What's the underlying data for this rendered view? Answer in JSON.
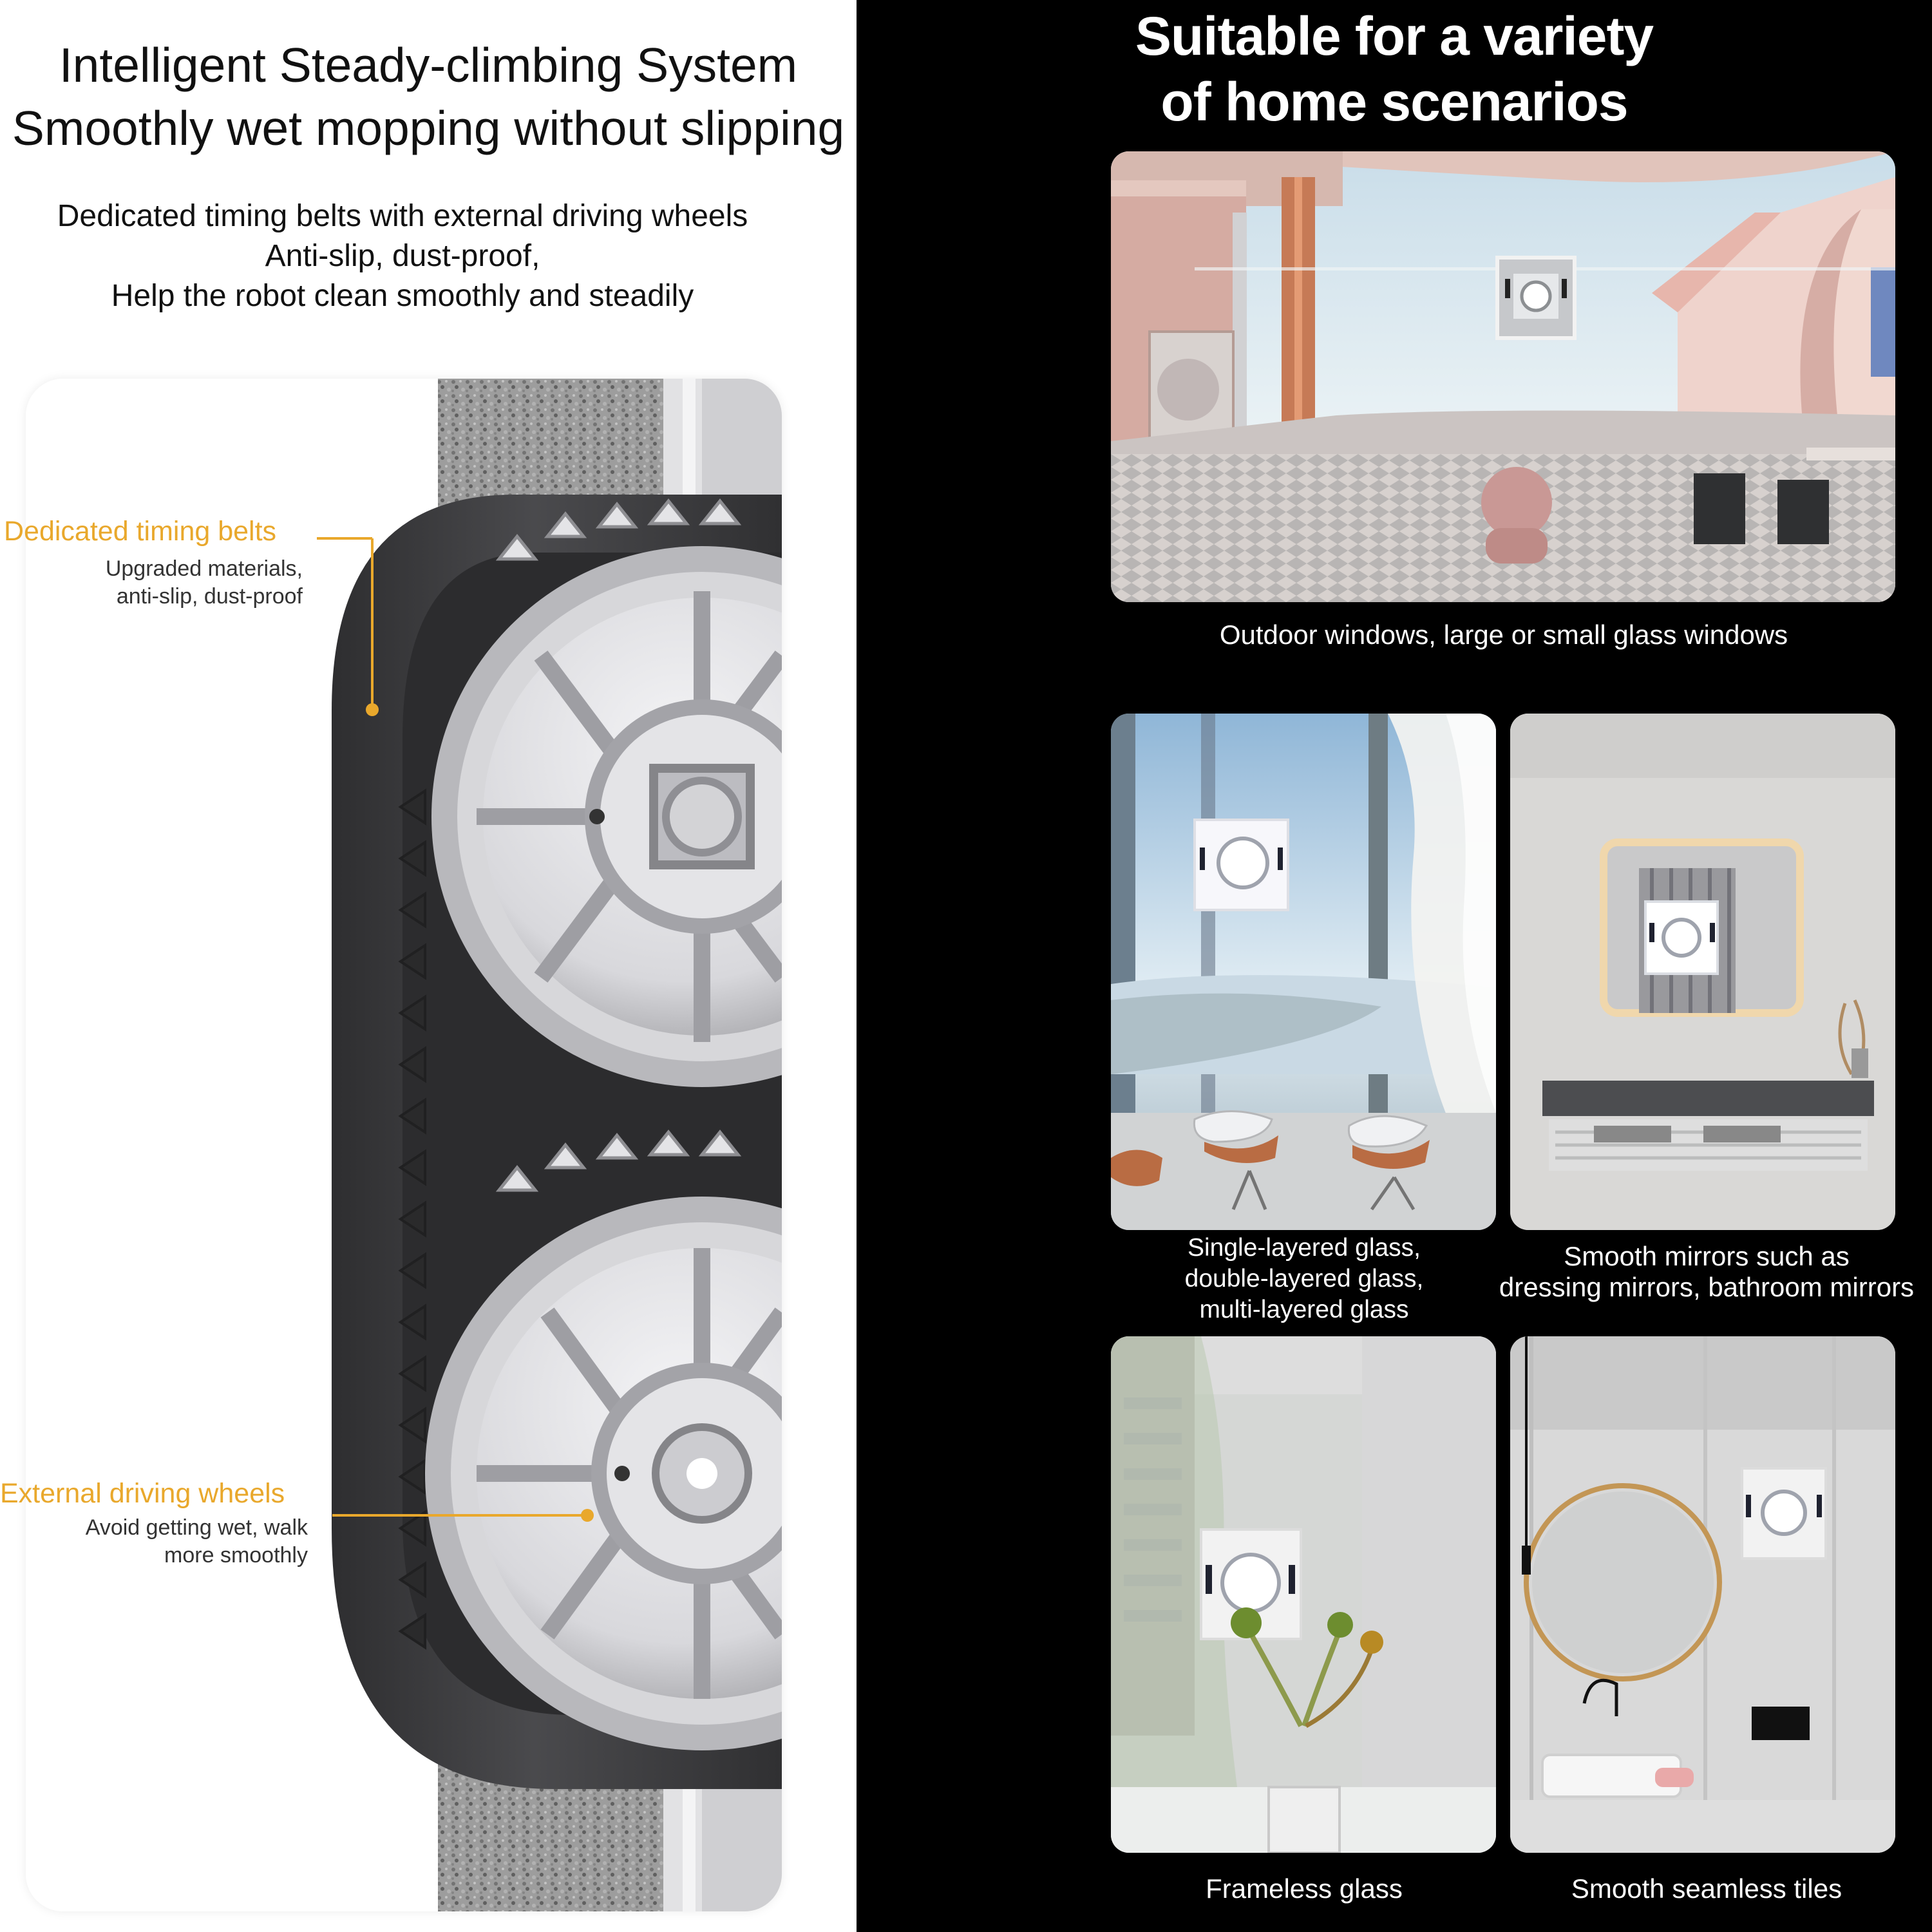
{
  "left": {
    "title": "Intelligent Steady-climbing System\nSmoothly wet mopping without slipping",
    "description": "Dedicated timing belts with external driving wheels\nAnti-slip, dust-proof,\nHelp the robot clean smoothly and steadily",
    "callouts": [
      {
        "title": "Dedicated timing belts",
        "subtitle": "Upgraded materials,\nanti-slip, dust-proof"
      },
      {
        "title": "External driving wheels",
        "subtitle": "Avoid getting wet, walk\nmore smoothly"
      }
    ]
  },
  "right": {
    "title": "Suitable for a variety\nof home scenarios",
    "scenes": [
      {
        "caption": "Outdoor windows, large or small glass windows"
      },
      {
        "caption": "Single-layered glass,\ndouble-layered glass,\nmulti-layered glass"
      },
      {
        "caption": "Smooth mirrors such as\ndressing mirrors, bathroom mirrors"
      },
      {
        "caption": "Frameless glass"
      },
      {
        "caption": "Smooth seamless tiles"
      }
    ]
  },
  "colors": {
    "accent": "#E9A82C",
    "belt": "#3B3B3D",
    "dark_background": "#000000",
    "light_background": "#FFFFFF"
  },
  "icons": [
    "timing-belt-gear-graphic",
    "robot-window-cleaner"
  ]
}
